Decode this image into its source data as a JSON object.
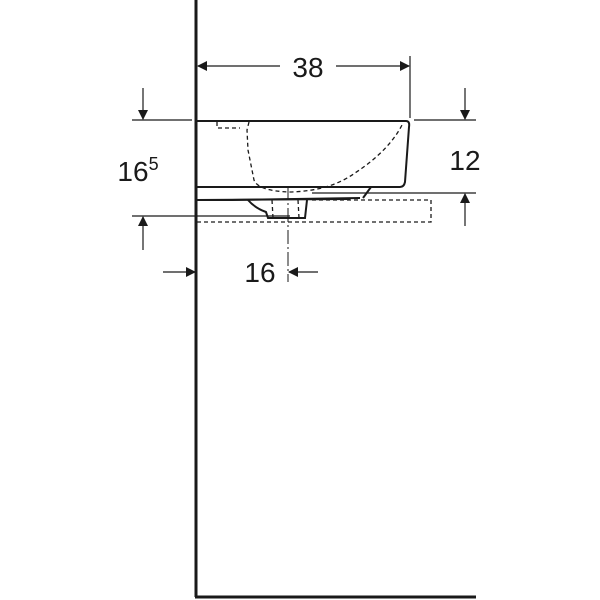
{
  "diagram": {
    "type": "technical-drawing",
    "subject": "wall-hung washbasin side elevation",
    "colors": {
      "line": "#1a1a1a",
      "background": "#ffffff"
    },
    "dimensions": {
      "depth": {
        "value": "38"
      },
      "height_total": {
        "value": "16",
        "superscript": "5"
      },
      "height_basin": {
        "value": "12"
      },
      "waste_offset": {
        "value": "16"
      }
    }
  }
}
